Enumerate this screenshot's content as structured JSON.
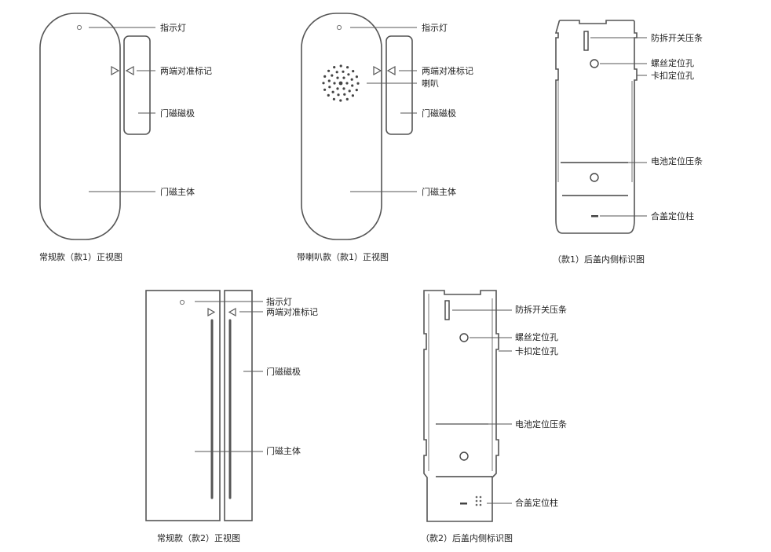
{
  "labels": {
    "indicator": "指示灯",
    "align_mark": "两端对准标记",
    "magnet": "门磁磁极",
    "body": "门磁主体",
    "speaker": "喇叭",
    "tamper_bar": "防拆开关压条",
    "screw_hole": "螺丝定位孔",
    "clip_hole": "卡扣定位孔",
    "battery_bar": "电池定位压条",
    "cover_post": "合盖定位柱"
  },
  "captions": {
    "regular_1": "常规款（款1）正视图",
    "speaker_1": "带喇叭款（款1）正视图",
    "back_1": "（款1）后盖内侧标识图",
    "regular_2": "常规款（款2）正视图",
    "back_2": "（款2）后盖内侧标识图"
  }
}
